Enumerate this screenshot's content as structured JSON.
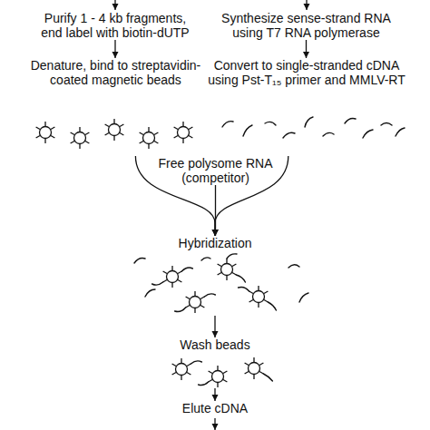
{
  "diagram": {
    "nodes": [
      {
        "text": [
          "Purify 1 - 4 kb fragments, end label with biotin-dUTP"
        ]
      },
      {
        "text": [
          "Synthesize sense-strand RNA using T7 RNA polymerase"
        ]
      },
      {
        "text": [
          "Denature, bind to streptavidin-coated magnetic beads"
        ]
      },
      {
        "text": [
          "Convert to single-stranded cDNA using Pst-T₁₅ primer and MMLV-RT"
        ]
      },
      {
        "text": [
          "Free polysome RNA (competitor)"
        ]
      },
      {
        "text": [
          "Hybridization"
        ]
      },
      {
        "text": [
          "Wash beads"
        ]
      },
      {
        "text": [
          "Elute cDNA"
        ]
      }
    ],
    "edges": [
      {
        "from": 0,
        "to": 2,
        "arrow": "to"
      },
      {
        "from": 1,
        "to": 3,
        "arrow": "to"
      },
      {
        "from": 2,
        "to": 5,
        "arrow": "to"
      },
      {
        "from": 3,
        "to": 5,
        "arrow": "to"
      },
      {
        "from": 4,
        "to": 5,
        "arrow": "to"
      },
      {
        "from": 5,
        "to": 6,
        "arrow": "to"
      },
      {
        "from": 6,
        "to": 7,
        "arrow": "to"
      }
    ]
  }
}
